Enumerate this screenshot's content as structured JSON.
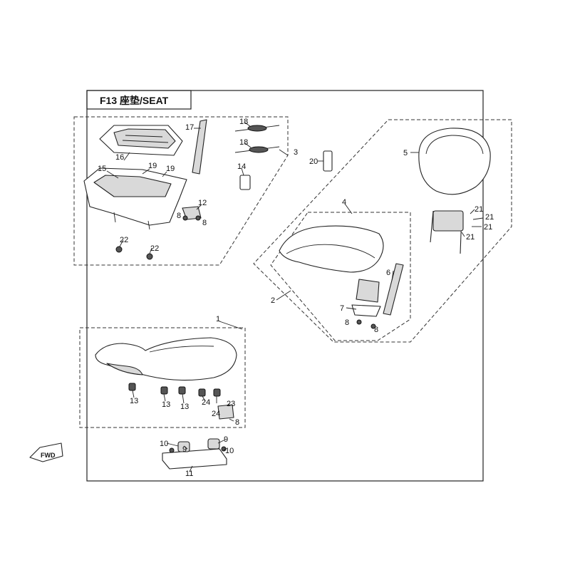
{
  "header": {
    "title": "F13 座垫/SEAT"
  },
  "direction_badge": {
    "label": "FWD"
  },
  "callouts": [
    {
      "key": "c1",
      "label": "1"
    },
    {
      "key": "c2",
      "label": "2"
    },
    {
      "key": "c3",
      "label": "3"
    },
    {
      "key": "c4",
      "label": "4"
    },
    {
      "key": "c5",
      "label": "5"
    },
    {
      "key": "c6",
      "label": "6"
    },
    {
      "key": "c7",
      "label": "7"
    },
    {
      "key": "c8a",
      "label": "8"
    },
    {
      "key": "c8b",
      "label": "8"
    },
    {
      "key": "c8c",
      "label": "8"
    },
    {
      "key": "c8d",
      "label": "8"
    },
    {
      "key": "c8e",
      "label": "8"
    },
    {
      "key": "c9a",
      "label": "9"
    },
    {
      "key": "c9b",
      "label": "9"
    },
    {
      "key": "c10a",
      "label": "10"
    },
    {
      "key": "c10b",
      "label": "10"
    },
    {
      "key": "c11",
      "label": "11"
    },
    {
      "key": "c12",
      "label": "12"
    },
    {
      "key": "c13a",
      "label": "13"
    },
    {
      "key": "c13b",
      "label": "13"
    },
    {
      "key": "c13c",
      "label": "13"
    },
    {
      "key": "c14",
      "label": "14"
    },
    {
      "key": "c15",
      "label": "15"
    },
    {
      "key": "c16",
      "label": "16"
    },
    {
      "key": "c17",
      "label": "17"
    },
    {
      "key": "c18a",
      "label": "18"
    },
    {
      "key": "c18b",
      "label": "18"
    },
    {
      "key": "c19a",
      "label": "19"
    },
    {
      "key": "c19b",
      "label": "19"
    },
    {
      "key": "c20",
      "label": "20"
    },
    {
      "key": "c21a",
      "label": "21"
    },
    {
      "key": "c21b",
      "label": "21"
    },
    {
      "key": "c21c",
      "label": "21"
    },
    {
      "key": "c21d",
      "label": "21"
    },
    {
      "key": "c22a",
      "label": "22"
    },
    {
      "key": "c22b",
      "label": "22"
    },
    {
      "key": "c23",
      "label": "23"
    },
    {
      "key": "c24a",
      "label": "24"
    },
    {
      "key": "c24b",
      "label": "24"
    }
  ]
}
